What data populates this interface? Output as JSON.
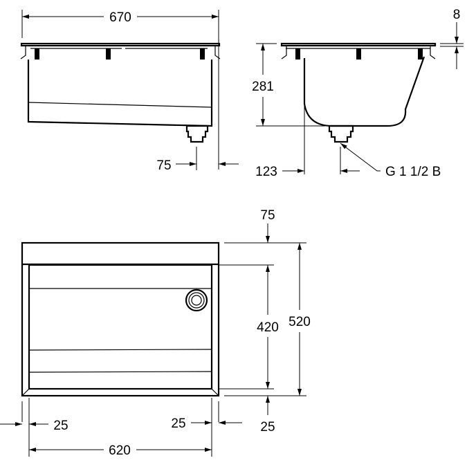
{
  "front_view": {
    "width_label": "670",
    "drain_offset_label": "75"
  },
  "side_view": {
    "height_label": "281",
    "rim_thickness_label": "8",
    "drain_setback_label": "123",
    "drain_thread_label": "G 1 1/2 B"
  },
  "plan_view": {
    "back_band_label": "75",
    "inner_depth_label": "420",
    "outer_depth_label": "520",
    "front_margin_label": "25",
    "left_margin_label": "25",
    "right_margin_label": "25",
    "inner_width_label": "620"
  },
  "colors": {
    "line": "#000000",
    "background": "#ffffff"
  }
}
